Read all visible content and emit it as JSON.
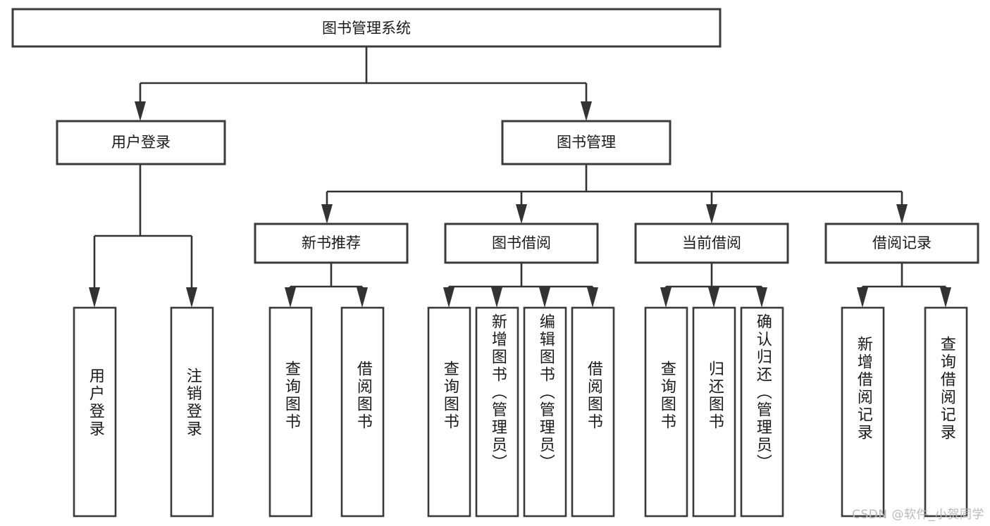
{
  "diagram": {
    "type": "tree",
    "title": "图书管理系统",
    "root": {
      "id": "root",
      "label": "图书管理系统",
      "orientation": "horizontal"
    },
    "level2": [
      {
        "id": "user-login",
        "label": "用户登录",
        "orientation": "horizontal"
      },
      {
        "id": "book-manage",
        "label": "图书管理",
        "orientation": "horizontal"
      }
    ],
    "level3": [
      {
        "id": "new-book-recommend",
        "label": "新书推荐",
        "parent": "book-manage",
        "orientation": "horizontal"
      },
      {
        "id": "book-borrow",
        "label": "图书借阅",
        "parent": "book-manage",
        "orientation": "horizontal"
      },
      {
        "id": "current-borrow",
        "label": "当前借阅",
        "parent": "book-manage",
        "orientation": "horizontal"
      },
      {
        "id": "borrow-record",
        "label": "借阅记录",
        "parent": "book-manage",
        "orientation": "horizontal"
      }
    ],
    "leaves": [
      {
        "id": "leaf-user-login",
        "label": "用户登录",
        "parent": "user-login",
        "orientation": "vertical"
      },
      {
        "id": "leaf-user-logout",
        "label": "注销登录",
        "parent": "user-login",
        "orientation": "vertical"
      },
      {
        "id": "leaf-query-book-1",
        "label": "查询图书",
        "parent": "new-book-recommend",
        "orientation": "vertical"
      },
      {
        "id": "leaf-borrow-book-1",
        "label": "借阅图书",
        "parent": "new-book-recommend",
        "orientation": "vertical"
      },
      {
        "id": "leaf-query-book-2",
        "label": "查询图书",
        "parent": "book-borrow",
        "orientation": "vertical"
      },
      {
        "id": "leaf-add-book",
        "label": "新增图书（管理员）",
        "parent": "book-borrow",
        "orientation": "vertical"
      },
      {
        "id": "leaf-edit-book",
        "label": "编辑图书（管理员）",
        "parent": "book-borrow",
        "orientation": "vertical"
      },
      {
        "id": "leaf-borrow-book-2",
        "label": "借阅图书",
        "parent": "book-borrow",
        "orientation": "vertical"
      },
      {
        "id": "leaf-query-book-3",
        "label": "查询图书",
        "parent": "current-borrow",
        "orientation": "vertical"
      },
      {
        "id": "leaf-return-book",
        "label": "归还图书",
        "parent": "current-borrow",
        "orientation": "vertical"
      },
      {
        "id": "leaf-confirm-return",
        "label": "确认归还（管理员）",
        "parent": "current-borrow",
        "orientation": "vertical"
      },
      {
        "id": "leaf-add-record",
        "label": "新增借阅记录",
        "parent": "borrow-record",
        "orientation": "vertical"
      },
      {
        "id": "leaf-query-record",
        "label": "查询借阅记录",
        "parent": "borrow-record",
        "orientation": "vertical"
      }
    ],
    "colors": {
      "box_stroke": "#3a3a3a",
      "box_fill": "#ffffff",
      "edge": "#333333",
      "text": "#1a1a1a",
      "background": "#ffffff",
      "watermark": "#b9b9b9"
    }
  },
  "watermark": {
    "text": "CSDN @软件_小贺同学"
  }
}
